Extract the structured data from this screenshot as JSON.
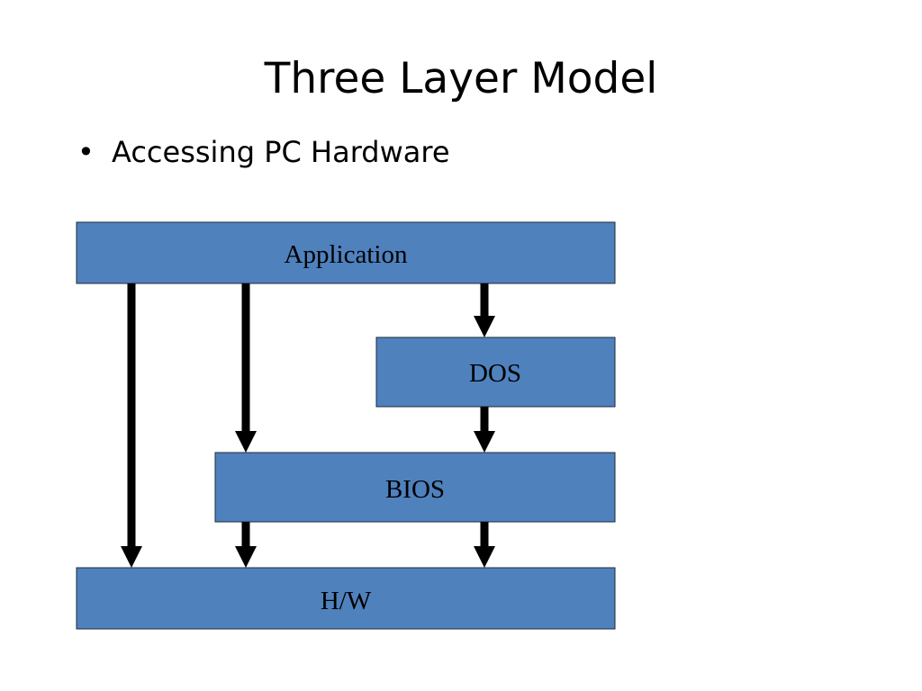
{
  "slide": {
    "title": "Three Layer Model",
    "bullets": [
      {
        "marker": "•",
        "text": "Accessing PC Hardware"
      }
    ]
  },
  "diagram": {
    "fill_color": "#4f81bd",
    "stroke_color": "#1f2a3a",
    "arrow_color": "#000000",
    "layers": [
      {
        "id": "application",
        "label": "Application"
      },
      {
        "id": "dos",
        "label": "DOS"
      },
      {
        "id": "bios",
        "label": "BIOS"
      },
      {
        "id": "hw",
        "label": "H/W"
      }
    ],
    "arrows": [
      {
        "from": "application",
        "to": "hw"
      },
      {
        "from": "application",
        "to": "bios"
      },
      {
        "from": "application",
        "to": "dos"
      },
      {
        "from": "dos",
        "to": "bios"
      },
      {
        "from": "bios",
        "to": "hw"
      }
    ]
  }
}
